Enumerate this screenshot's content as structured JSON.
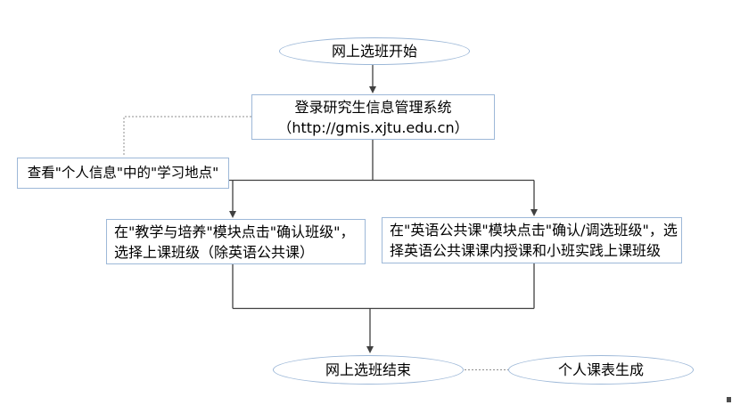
{
  "nodes": {
    "start": {
      "label": "网上选班开始"
    },
    "login": {
      "line1": "登录研究生信息管理系统",
      "line2": "（http://gmis.xjtu.edu.cn）"
    },
    "check": {
      "label": "查看\"个人信息\"中的\"学习地点\""
    },
    "teaching": {
      "line1": "在\"教学与培养\"模块点击\"确认班级\"，",
      "line2": "选择上课班级（除英语公共课）"
    },
    "english": {
      "line1": "在\"英语公共课\"模块点击\"确认/调选班级\"，选",
      "line2": "择英语公共课课内授课和小班实践上课班级"
    },
    "end": {
      "label": "网上选班结束"
    },
    "timetable": {
      "label": "个人课表生成"
    }
  },
  "colors": {
    "shape_border": "#9db8d8",
    "connector": "#404040",
    "dotted_connector": "#8f8f8f",
    "text": "#000000",
    "background": "#ffffff"
  }
}
